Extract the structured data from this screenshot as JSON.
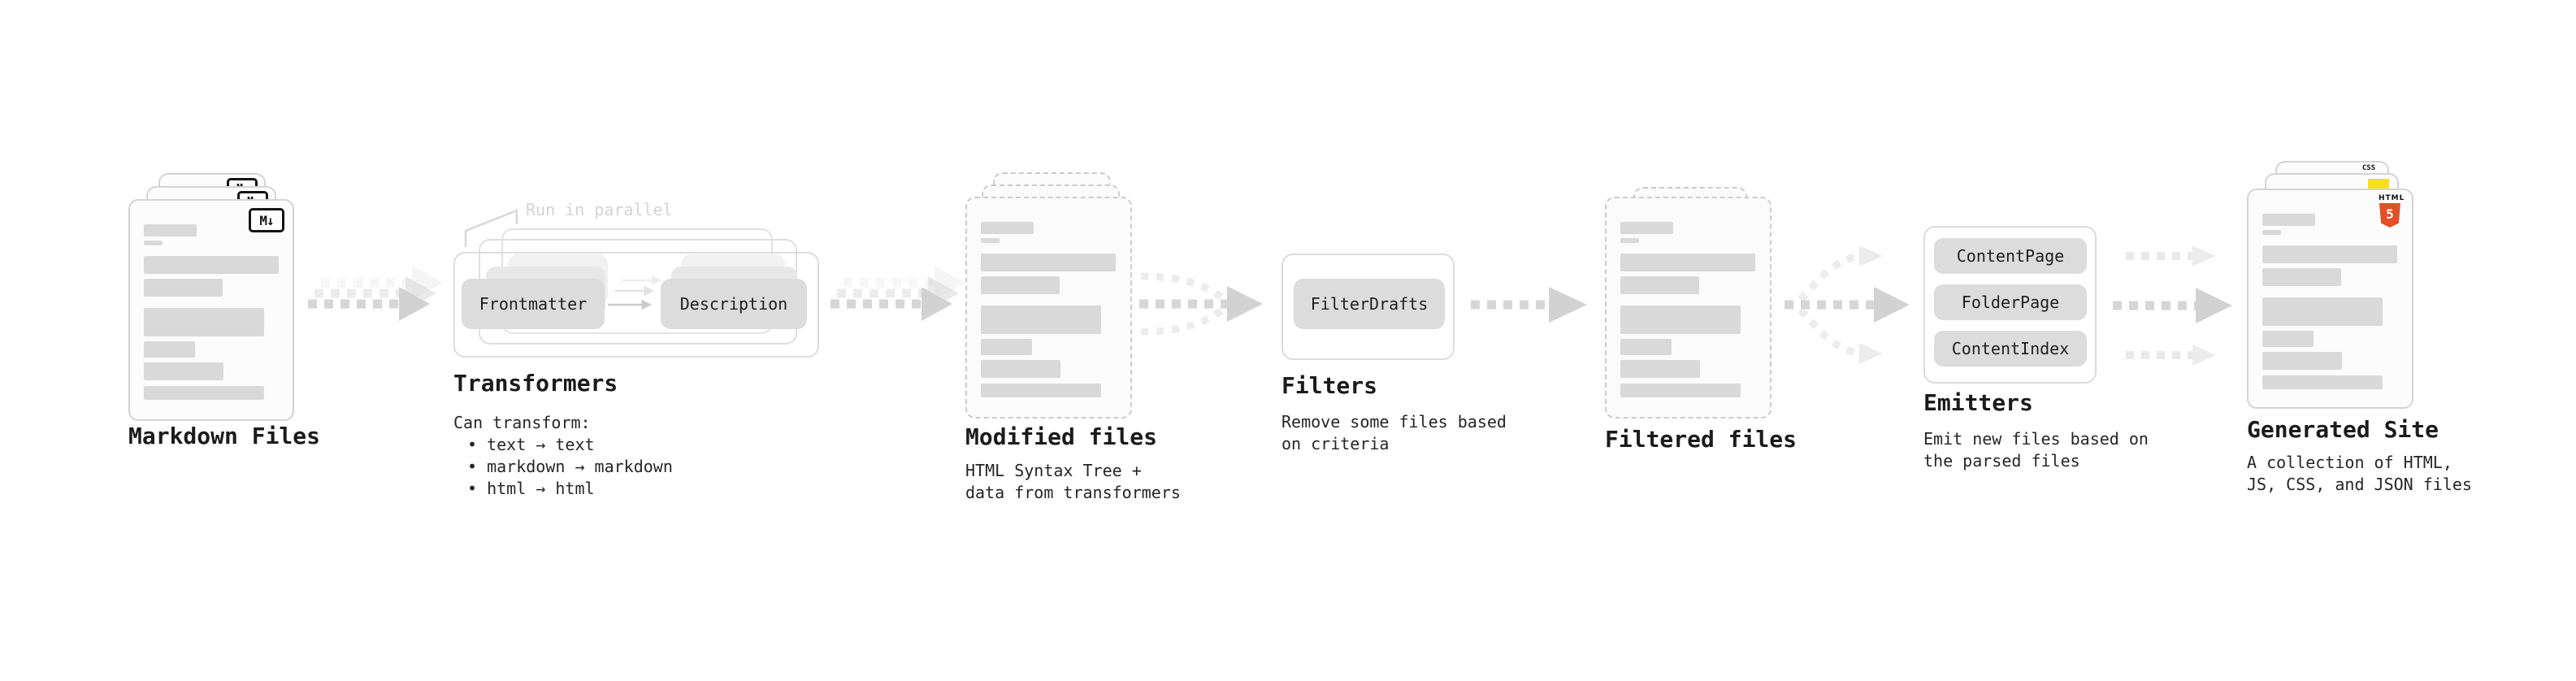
{
  "diagram": {
    "name": "static site generation pipeline",
    "colors": {
      "background": "#ffffff",
      "card_fill": "#fcfcfc",
      "card_border": "#d4d4d4",
      "dashed_border": "#cbcbcb",
      "bar_fill": "#d9d9d9",
      "chip_fill": "#dcdcdc",
      "arrow": "#d2d2d2",
      "light_arrow": "#ececec",
      "title_text": "#1b1b1b",
      "body_text": "#262626",
      "muted_text": "#d4d4d4",
      "html5_orange": "#e34f26",
      "js_yellow": "#f7df1e",
      "css_blue": "#2b63e8",
      "badge_ink": "#141414"
    }
  },
  "stages": {
    "markdown": {
      "title": "Markdown Files",
      "badge": "M↓"
    },
    "transformers": {
      "title": "Transformers",
      "callout": "Run in parallel",
      "buttons": [
        "Frontmatter",
        "Description"
      ],
      "desc_heading": "Can transform:",
      "bullets": [
        "• text → text",
        "• markdown → markdown",
        "• html → html"
      ]
    },
    "modified": {
      "title": "Modified files",
      "subtitle": "HTML Syntax Tree +\ndata from transformers"
    },
    "filters": {
      "title": "Filters",
      "button": "FilterDrafts",
      "subtitle": "Remove some files based\non criteria"
    },
    "filtered": {
      "title": "Filtered files"
    },
    "emitters": {
      "title": "Emitters",
      "buttons": [
        "ContentPage",
        "FolderPage",
        "ContentIndex"
      ],
      "subtitle": "Emit new files based on\nthe parsed files"
    },
    "generated": {
      "title": "Generated Site",
      "subtitle": "A collection of HTML,\nJS, CSS, and JSON files",
      "badges": {
        "html_label": "HTML",
        "html_number": "5",
        "css_label": "CSS"
      }
    }
  }
}
